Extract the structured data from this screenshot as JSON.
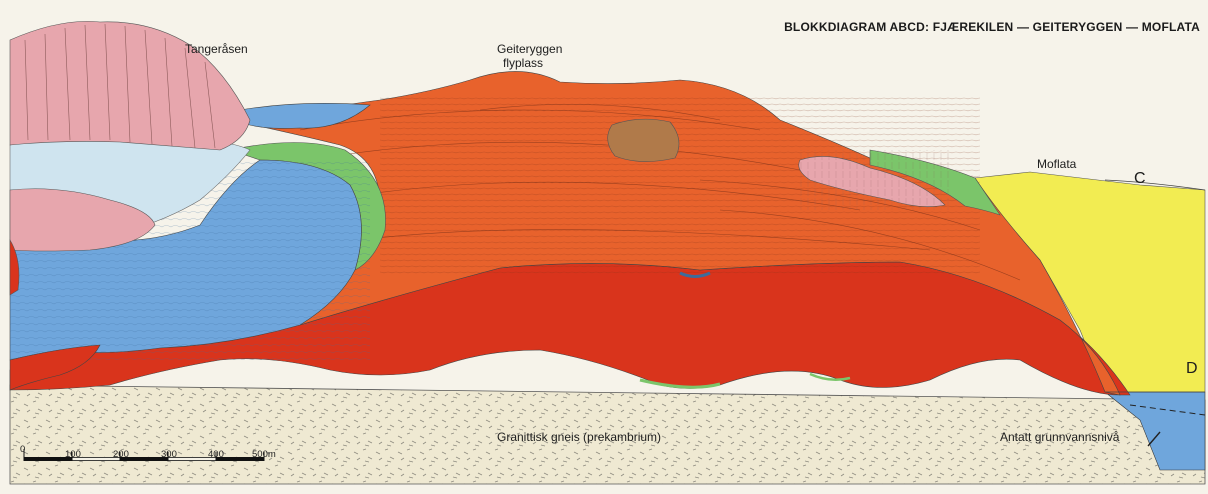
{
  "title": "BLOKKDIAGRAM ABCD: FJÆREKILEN — GEITERYGGEN — MOFLATA",
  "labels": {
    "tangerasen": "Tangeråsen",
    "geiteryggen_line1": "Geiteryggen",
    "geiteryggen_line2": "flyplass",
    "moflata": "Moflata",
    "gneis": "Granittisk gneis (prekambrium)",
    "grunnvann": "Antatt grunnvannsnivå",
    "corner_c": "C",
    "corner_d": "D"
  },
  "scale_bar": {
    "ticks": [
      "0",
      "100",
      "200",
      "300",
      "400",
      "500m"
    ]
  },
  "colors": {
    "gneiss": "#efe9d2",
    "orange": "#e8622c",
    "red": "#d9341c",
    "blue": "#6fa6dc",
    "light_blue": "#cfe4ef",
    "pink": "#e7a6ad",
    "green": "#7bc56a",
    "yellow": "#f2ec52",
    "brown": "#b07a4a"
  }
}
